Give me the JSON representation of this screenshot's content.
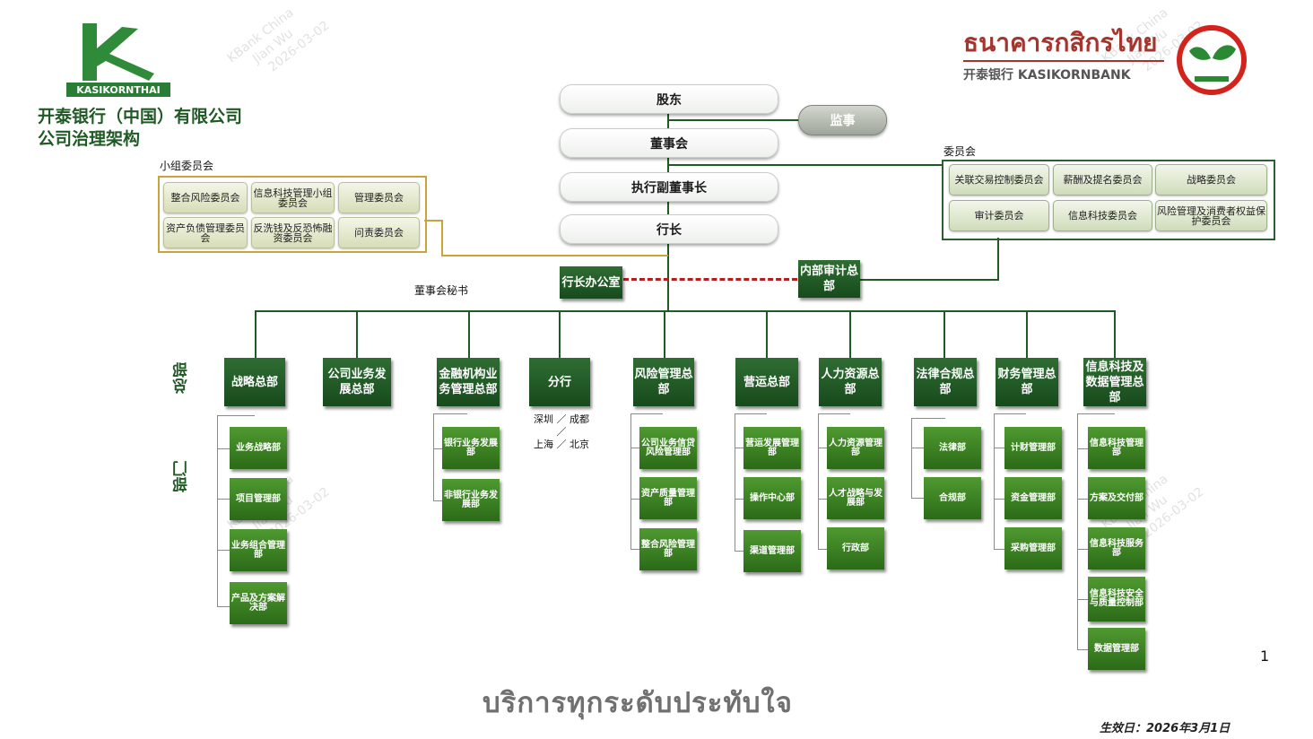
{
  "header": {
    "logo_left_text": "KASIKORNTHAI",
    "title_line1": "开泰银行（中国）有限公司",
    "title_line2": "公司治理架构",
    "logo_right_thai": "ธนาคารกสิกรไทย",
    "logo_right_sub": "开泰银行 KASIKORNBANK"
  },
  "watermark": [
    "KBank China",
    "Jian Wu",
    "2026-03-02"
  ],
  "top_chain": {
    "shareholders": "股东",
    "board": "董事会",
    "exec_vice_chair": "执行副董事长",
    "president": "行长",
    "supervisor": "监事"
  },
  "committees": {
    "label": "委员会",
    "items": [
      "关联交易控制委员会",
      "薪酬及提名委员会",
      "战略委员会",
      "审计委员会",
      "信息科技委员会",
      "风险管理及消费者权益保护委员会"
    ]
  },
  "sub_committees": {
    "label": "小组委员会",
    "items": [
      "整合风险委员会",
      "信息科技管理小组委员会",
      "管理委员会",
      "资产负债管理委员会",
      "反洗钱及反恐怖融资委员会",
      "问责委员会"
    ]
  },
  "offices": {
    "president_office": "行长办公室",
    "internal_audit": "内部审计总部",
    "board_secretary": "董事会秘书"
  },
  "side_labels": {
    "hq": "总部",
    "dept": "部门"
  },
  "headquarters": [
    {
      "name": "战略总部",
      "depts": [
        "业务战略部",
        "项目管理部",
        "业务组合管理部",
        "产品及方案解决部"
      ]
    },
    {
      "name": "公司业务发展总部",
      "depts": []
    },
    {
      "name": "金融机构业务管理总部",
      "depts": [
        "银行业务发展部",
        "非银行业务发展部"
      ]
    },
    {
      "name": "分行",
      "depts": []
    },
    {
      "name": "风险管理总部",
      "depts": [
        "公司业务信贷风险管理部",
        "资产质量管理部",
        "整合风险管理部"
      ]
    },
    {
      "name": "营运总部",
      "depts": [
        "营运发展管理部",
        "操作中心部",
        "渠道管理部"
      ]
    },
    {
      "name": "人力资源总部",
      "depts": [
        "人力资源管理部",
        "人才战略与发展部",
        "行政部"
      ]
    },
    {
      "name": "法律合规总部",
      "depts": [
        "法律部",
        "合规部"
      ]
    },
    {
      "name": "财务管理总部",
      "depts": [
        "计财管理部",
        "资金管理部",
        "采购管理部"
      ]
    },
    {
      "name": "信息科技及数据管理总部",
      "depts": [
        "信息科技管理部",
        "方案及交付部",
        "信息科技服务部",
        "信息科技安全与质量控制部",
        "数据管理部"
      ]
    }
  ],
  "branches": {
    "line1": "深圳 ／ 成都",
    "line2": "／",
    "line3": "上海 ／ 北京"
  },
  "footer": {
    "thai_slogan": "บริการทุกระดับประทับใจ",
    "effective_date": "生效日：2026年3月1日",
    "page_number": "1"
  }
}
